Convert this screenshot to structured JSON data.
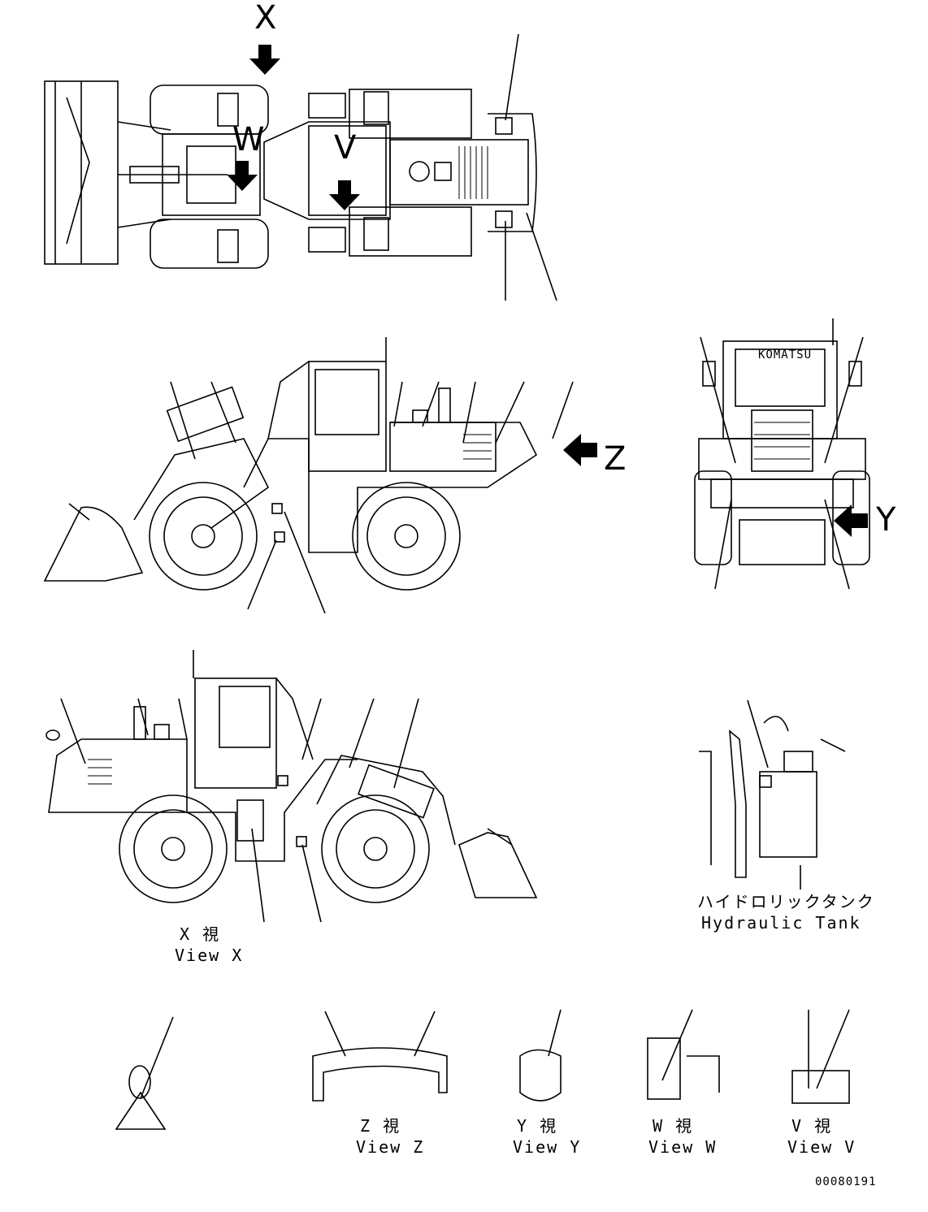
{
  "markers": {
    "x": "X",
    "w": "W",
    "v": "V",
    "z": "Z",
    "y": "Y"
  },
  "brand": "KOMATSU",
  "captions": {
    "view_x_jp": "X 視",
    "view_x": "View X",
    "hydraulic_tank_jp": "ハイドロリックタンク",
    "hydraulic_tank": "Hydraulic Tank",
    "view_z_jp": "Z 視",
    "view_z": "View Z",
    "view_y_jp": "Y 視",
    "view_y": "View Y",
    "view_w_jp": "W 視",
    "view_w": "View W",
    "view_v_jp": "V 視",
    "view_v": "View V"
  },
  "drawing_number": "00080191"
}
